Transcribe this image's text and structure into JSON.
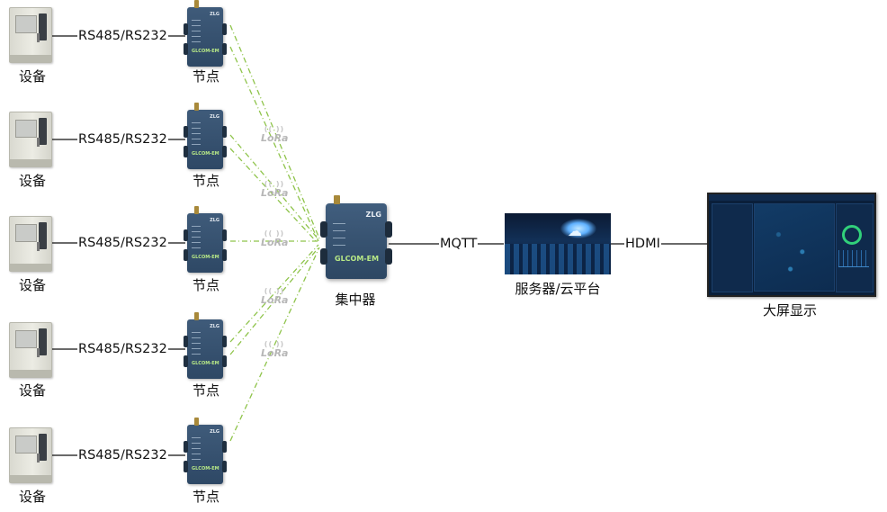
{
  "rows": [
    {
      "device_caption": "设备",
      "link_label": "RS485/RS232",
      "node_caption": "节点"
    },
    {
      "device_caption": "设备",
      "link_label": "RS485/RS232",
      "node_caption": "节点"
    },
    {
      "device_caption": "设备",
      "link_label": "RS485/RS232",
      "node_caption": "节点"
    },
    {
      "device_caption": "设备",
      "link_label": "RS485/RS232",
      "node_caption": "节点"
    },
    {
      "device_caption": "设备",
      "link_label": "RS485/RS232",
      "node_caption": "节点"
    }
  ],
  "wireless": {
    "label": "LoRa",
    "line_color": "#8fc44b"
  },
  "node_device": {
    "brand": "ZLG",
    "model": "GLCOM-EM"
  },
  "hub": {
    "caption": "集中器",
    "brand": "ZLG",
    "model": "GLCOM-EM"
  },
  "uplink": {
    "label": "MQTT"
  },
  "server": {
    "caption": "服务器/云平台"
  },
  "display_link": {
    "label": "HDMI"
  },
  "display": {
    "caption": "大屏显示"
  }
}
